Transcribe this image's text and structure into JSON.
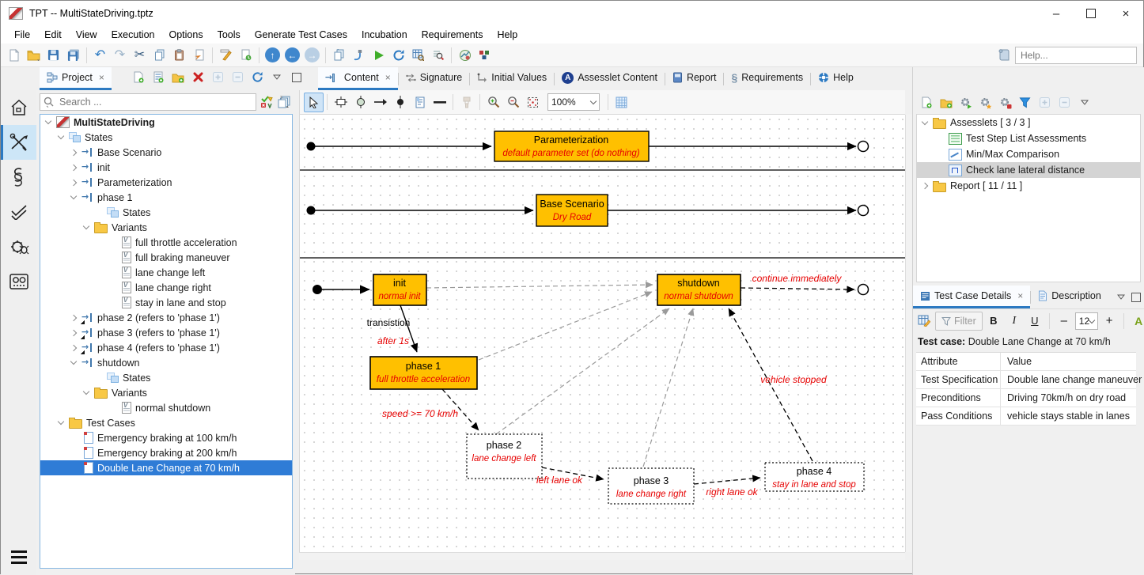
{
  "window": {
    "title": "TPT -- MultiStateDriving.tptz"
  },
  "menu": {
    "items": [
      "File",
      "Edit",
      "View",
      "Execution",
      "Options",
      "Tools",
      "Generate Test Cases",
      "Incubation",
      "Requirements",
      "Help"
    ]
  },
  "toolbar": {
    "help_placeholder": "Help...",
    "icons": [
      "new-file",
      "open-file",
      "save",
      "save-all",
      "undo",
      "redo",
      "cut",
      "copy",
      "paste",
      "paste-reference",
      "edit-signals",
      "edit-declarations",
      "up-circle",
      "back-circle",
      "forward-circle",
      "copy-testcases",
      "connect-plug",
      "run-play",
      "refresh-sync",
      "dashboard-table",
      "analyze-magnifier",
      "matlab-platform",
      "build-platform",
      "scroll-help"
    ]
  },
  "panels": {
    "project_tab": "Project",
    "editor_tabs": [
      "Content",
      "Signature",
      "Initial Values",
      "Assesslet Content",
      "Report",
      "Requirements",
      "Help"
    ],
    "assesslets_tab": "Assesslets",
    "project_toolbar_icons": [
      "new-testcase",
      "new-testlet",
      "new-folder",
      "delete-red-x",
      "plus",
      "minus",
      "refresh",
      "dropdown-arrow",
      "maximize-box"
    ]
  },
  "project": {
    "search_placeholder": "Search ...",
    "header_icons": [
      "validation-status",
      "copy-stack"
    ],
    "tree": [
      {
        "label": "MultiStateDriving",
        "icon": "tpt-logo",
        "level": 0,
        "expand": "open",
        "bold": true
      },
      {
        "label": "States",
        "icon": "states",
        "level": 1,
        "expand": "open"
      },
      {
        "label": "Base Scenario",
        "icon": "testlet",
        "level": 2,
        "expand": "closed"
      },
      {
        "label": "init",
        "icon": "testlet",
        "level": 2,
        "expand": "closed"
      },
      {
        "label": "Parameterization",
        "icon": "testlet",
        "level": 2,
        "expand": "closed"
      },
      {
        "label": "phase 1",
        "icon": "testlet",
        "level": 2,
        "expand": "open"
      },
      {
        "label": "States",
        "icon": "states",
        "level": 3,
        "expand": "none"
      },
      {
        "label": "Variants",
        "icon": "folder",
        "level": 3,
        "expand": "open"
      },
      {
        "label": "full throttle acceleration",
        "icon": "variant",
        "level": 4,
        "expand": "none"
      },
      {
        "label": "full braking maneuver",
        "icon": "variant",
        "level": 4,
        "expand": "none"
      },
      {
        "label": "lane change left",
        "icon": "variant",
        "level": 4,
        "expand": "none"
      },
      {
        "label": "lane change right",
        "icon": "variant",
        "level": 4,
        "expand": "none"
      },
      {
        "label": "stay in lane and stop",
        "icon": "variant",
        "level": 4,
        "expand": "none"
      },
      {
        "label": "phase 2 (refers to 'phase 1')",
        "icon": "testlet-ref",
        "level": 2,
        "expand": "closed"
      },
      {
        "label": "phase 3 (refers to 'phase 1')",
        "icon": "testlet-ref",
        "level": 2,
        "expand": "closed"
      },
      {
        "label": "phase 4 (refers to 'phase 1')",
        "icon": "testlet-ref",
        "level": 2,
        "expand": "closed"
      },
      {
        "label": "shutdown",
        "icon": "testlet",
        "level": 2,
        "expand": "open"
      },
      {
        "label": "States",
        "icon": "states",
        "level": 3,
        "expand": "none"
      },
      {
        "label": "Variants",
        "icon": "folder",
        "level": 3,
        "expand": "open"
      },
      {
        "label": "normal shutdown",
        "icon": "variant",
        "level": 4,
        "expand": "none"
      },
      {
        "label": "Test Cases",
        "icon": "folder",
        "level": 1,
        "expand": "open"
      },
      {
        "label": "Emergency braking at 100 km/h",
        "icon": "testcase",
        "level": 2,
        "expand": "none"
      },
      {
        "label": "Emergency braking at 200 km/h",
        "icon": "testcase",
        "level": 2,
        "expand": "none"
      },
      {
        "label": "Double Lane Change at 70 km/h",
        "icon": "testcase",
        "level": 2,
        "expand": "none",
        "selected": true
      }
    ]
  },
  "canvas": {
    "zoom_level": "100%",
    "toolbar_icons": [
      "select-cursor",
      "add-state",
      "add-junction",
      "add-transition",
      "add-final-junction",
      "add-note",
      "add-separator",
      "format-brush",
      "zoom-in",
      "zoom-out",
      "zoom-fit",
      "zoom-level-select",
      "grid-toggle"
    ],
    "nodes": {
      "parameterization": {
        "title": "Parameterization",
        "subtitle": "default parameter set (do nothing)"
      },
      "base_scenario": {
        "title": "Base Scenario",
        "subtitle": "Dry Road"
      },
      "init": {
        "title": "init",
        "subtitle": "normal init"
      },
      "shutdown": {
        "title": "shutdown",
        "subtitle": "normal shutdown"
      },
      "phase1": {
        "title": "phase 1",
        "subtitle": "full throttle acceleration"
      },
      "phase2": {
        "title": "phase 2",
        "subtitle": "lane change left"
      },
      "phase3": {
        "title": "phase 3",
        "subtitle": "lane change right"
      },
      "phase4": {
        "title": "phase 4",
        "subtitle": "stay in lane and stop"
      }
    },
    "transitions": {
      "continue_immediately": "continue immediately",
      "transistion": "transistion",
      "after_1s": "after 1s",
      "speed": "speed >= 70 km/h",
      "left_lane_ok": "left lane ok",
      "right_lane_ok": "right lane ok",
      "vehicle_stopped": "vehicle stopped"
    }
  },
  "assesslets": {
    "toolbar_icons": [
      "new-assesslet",
      "new-folder",
      "gear-run",
      "gear-favorite",
      "gear-remove",
      "filter-funnel",
      "plus",
      "minus",
      "dropdown-arrow"
    ],
    "tree": [
      {
        "label": "Assesslets  [ 3 / 3 ]",
        "icon": "folder",
        "level": 0,
        "expand": "open"
      },
      {
        "label": "Test Step List Assessments",
        "icon": "steplist",
        "level": 1,
        "expand": "none"
      },
      {
        "label": "Min/Max Comparison",
        "icon": "minmax",
        "level": 1,
        "expand": "none"
      },
      {
        "label": "Check lane lateral distance",
        "icon": "signal",
        "level": 1,
        "expand": "none",
        "selected": true
      },
      {
        "label": "Report  [ 11 / 11 ]",
        "icon": "folder",
        "level": 0,
        "expand": "closed"
      }
    ]
  },
  "details": {
    "tabs": [
      "Test Case Details",
      "Description"
    ],
    "toolbar": {
      "filter": "Filter",
      "bold": "B",
      "italic": "I",
      "underline": "U",
      "decrease": "–",
      "font_size": "12",
      "increase": "+",
      "font_color": "A"
    },
    "toolbar_icons": [
      "table-edit",
      "filter-button",
      "bold",
      "italic",
      "underline",
      "font-decrease",
      "font-size-select",
      "font-increase",
      "font-color",
      "border-select"
    ],
    "title_label": "Test case:",
    "title_value": "Double Lane Change at 70 km/h",
    "table": {
      "headers": [
        "Attribute",
        "Value"
      ],
      "rows": [
        [
          "Test Specification",
          "Double lane change maneuver"
        ],
        [
          "Preconditions",
          "Driving 70km/h on dry road"
        ],
        [
          "Pass Conditions",
          "vehicle stays stable in lanes"
        ]
      ]
    }
  },
  "colors": {
    "accent": "#2b79c2",
    "state_fill": "#ffc000",
    "label_red": "#e60000",
    "selection": "#2f7cd6"
  }
}
